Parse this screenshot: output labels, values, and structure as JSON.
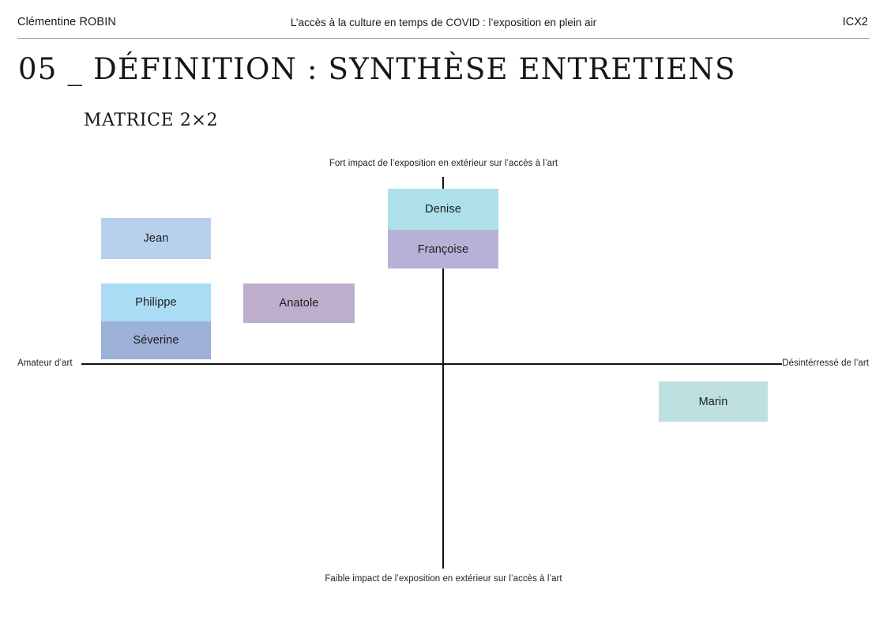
{
  "header": {
    "author": "Clémentine ROBIN",
    "title": "L’accès à la culture en temps de COVID : l’exposition en plein air",
    "code": "ICX2"
  },
  "page": {
    "title": "05 _ DÉFINITION : SYNTHÈSE ENTRETIENS",
    "subtitle": "MATRICE 2×2"
  },
  "chart_data": {
    "type": "scatter",
    "title": "MATRICE 2×2",
    "axes": {
      "top": "Fort impact de l’exposition en extérieur sur l’accès à l’art",
      "bottom": "Faible impact de l’exposition en extérieur sur l’accès à l’art",
      "left": "Amateur d’art",
      "right": "Désintérressé de l’art"
    },
    "xlabel": "Amateur d’art ↔ Désintérressé de l’art",
    "ylabel": "Faible impact ↔ Fort impact",
    "grid": false,
    "legend": "none",
    "items": [
      {
        "label": "Jean",
        "color": "#b7d0ec",
        "quadrant": "amateur-fort-impact",
        "x": -0.68,
        "y": 0.74,
        "width": 139,
        "height": 52
      },
      {
        "label": "Philippe",
        "color": "#abdcf5",
        "quadrant": "amateur-fort-impact",
        "x": -0.68,
        "y": 0.38,
        "width": 139,
        "height": 48
      },
      {
        "label": "Séverine",
        "color": "#9db0d8",
        "quadrant": "amateur-fort-impact",
        "x": -0.68,
        "y": 0.18,
        "width": 139,
        "height": 48
      },
      {
        "label": "Anatole",
        "color": "#bdafcb",
        "quadrant": "amateur-fort-impact",
        "x": -0.29,
        "y": 0.31,
        "width": 141,
        "height": 50
      },
      {
        "label": "Denise",
        "color": "#ade0e8",
        "quadrant": "centre-fort-impact",
        "x": 0.0,
        "y": 0.89,
        "width": 140,
        "height": 52
      },
      {
        "label": "Françoise",
        "color": "#b9b0d8",
        "quadrant": "centre-fort-impact",
        "x": 0.0,
        "y": 0.68,
        "width": 140,
        "height": 49
      },
      {
        "label": "Marin",
        "color": "#bfe0e0",
        "quadrant": "desinteresse-faible-impact",
        "x": 0.73,
        "y": -0.19,
        "width": 138,
        "height": 51
      }
    ]
  }
}
